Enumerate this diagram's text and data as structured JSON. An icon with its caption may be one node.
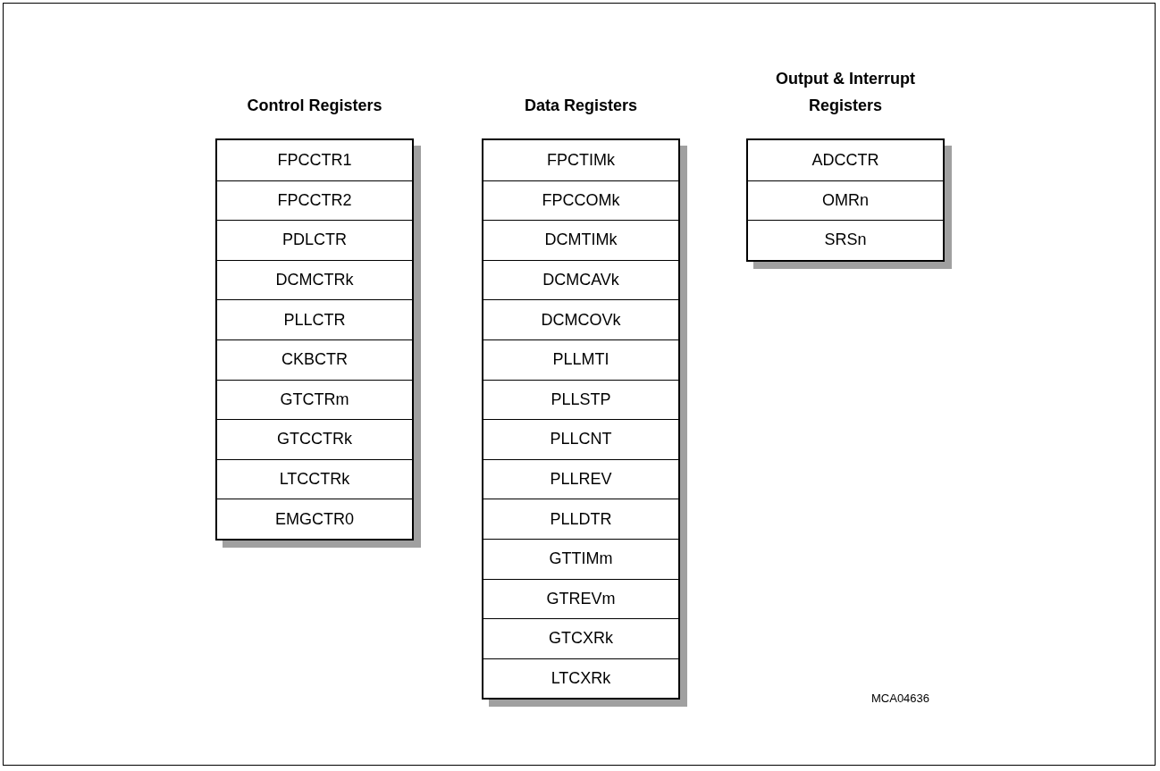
{
  "diagram": {
    "nodes": [
      {
        "text": [
          "Control Registers"
        ]
      },
      {
        "text": [
          "FPCCTR1"
        ],
        "in": 0
      },
      {
        "text": [
          "FPCCTR2"
        ],
        "in": 0
      },
      {
        "text": [
          "PDLCTR"
        ],
        "in": 0
      },
      {
        "text": [
          "DCMCTRk"
        ],
        "in": 0
      },
      {
        "text": [
          "PLLCTR"
        ],
        "in": 0
      },
      {
        "text": [
          "CKBCTR"
        ],
        "in": 0
      },
      {
        "text": [
          "GTCTRm"
        ],
        "in": 0
      },
      {
        "text": [
          "GTCCTRk"
        ],
        "in": 0
      },
      {
        "text": [
          "LTCCTRk"
        ],
        "in": 0
      },
      {
        "text": [
          "EMGCTR0"
        ],
        "in": 0
      },
      {
        "text": [
          "Data Registers"
        ]
      },
      {
        "text": [
          "FPCTIMk"
        ],
        "in": 11
      },
      {
        "text": [
          "FPCCOMk"
        ],
        "in": 11
      },
      {
        "text": [
          "DCMTIMk"
        ],
        "in": 11
      },
      {
        "text": [
          "DCMCAVk"
        ],
        "in": 11
      },
      {
        "text": [
          "DCMCOVk"
        ],
        "in": 11
      },
      {
        "text": [
          "PLLMTI"
        ],
        "in": 11
      },
      {
        "text": [
          "PLLSTP"
        ],
        "in": 11
      },
      {
        "text": [
          "PLLCNT"
        ],
        "in": 11
      },
      {
        "text": [
          "PLLREV"
        ],
        "in": 11
      },
      {
        "text": [
          "PLLDTR"
        ],
        "in": 11
      },
      {
        "text": [
          "GTTIMm"
        ],
        "in": 11
      },
      {
        "text": [
          "GTREVm"
        ],
        "in": 11
      },
      {
        "text": [
          "GTCXRk"
        ],
        "in": 11
      },
      {
        "text": [
          "LTCXRk"
        ],
        "in": 11
      },
      {
        "text": [
          "Output & Interrupt Registers"
        ]
      },
      {
        "text": [
          "ADCCTR"
        ],
        "in": 26
      },
      {
        "text": [
          "OMRn"
        ],
        "in": 26
      },
      {
        "text": [
          "SRSn"
        ],
        "in": 26
      }
    ],
    "edges": [],
    "labels": [
      "MCA04636"
    ]
  }
}
